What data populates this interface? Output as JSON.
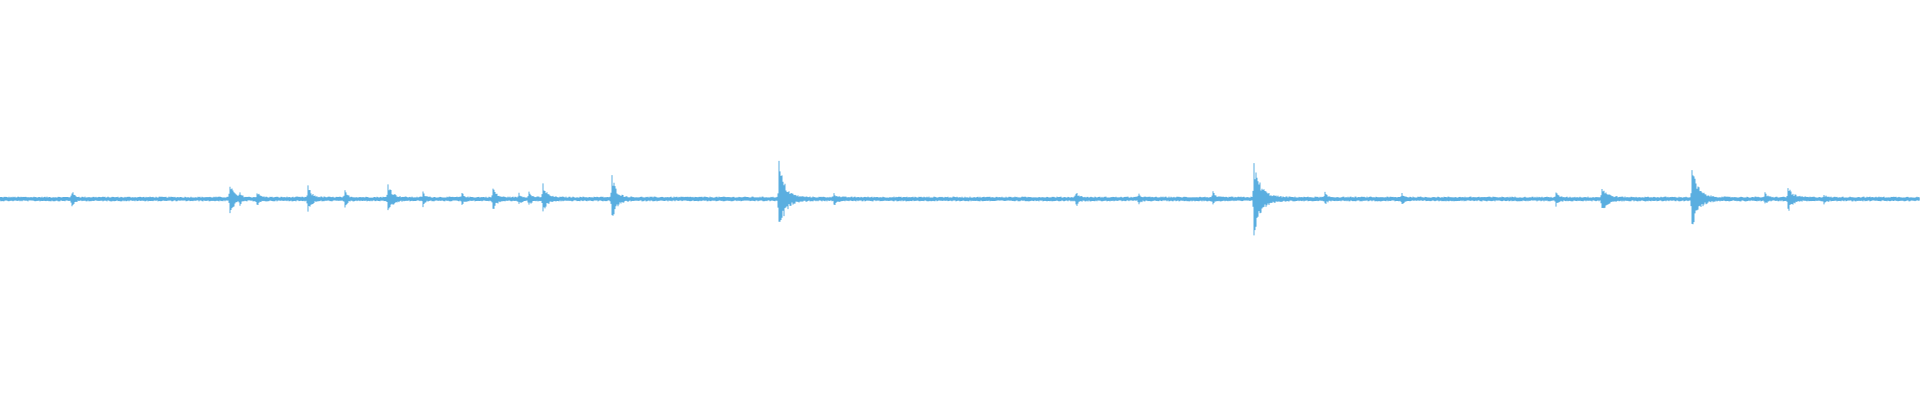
{
  "waveform": {
    "color": "#5aaee0",
    "baseline_color": "#5aaee0",
    "duration_units": 1,
    "baseline_noise": 0.012,
    "transients": [
      {
        "t": 0.0373,
        "amp": 0.04,
        "decay": 0.0012
      },
      {
        "t": 0.1198,
        "amp": 0.085,
        "decay": 0.0018
      },
      {
        "t": 0.125,
        "amp": 0.02,
        "decay": 0.001
      },
      {
        "t": 0.1339,
        "amp": 0.03,
        "decay": 0.0014
      },
      {
        "t": 0.1604,
        "amp": 0.06,
        "decay": 0.0018
      },
      {
        "t": 0.1797,
        "amp": 0.035,
        "decay": 0.0012
      },
      {
        "t": 0.2021,
        "amp": 0.085,
        "decay": 0.002
      },
      {
        "t": 0.2203,
        "amp": 0.03,
        "decay": 0.001
      },
      {
        "t": 0.2406,
        "amp": 0.025,
        "decay": 0.001
      },
      {
        "t": 0.2568,
        "amp": 0.06,
        "decay": 0.0015
      },
      {
        "t": 0.2703,
        "amp": 0.025,
        "decay": 0.001
      },
      {
        "t": 0.2755,
        "amp": 0.03,
        "decay": 0.0012
      },
      {
        "t": 0.2828,
        "amp": 0.075,
        "decay": 0.0018
      },
      {
        "t": 0.3187,
        "amp": 0.12,
        "decay": 0.0022
      },
      {
        "t": 0.4057,
        "amp": 0.19,
        "decay": 0.003
      },
      {
        "t": 0.4344,
        "amp": 0.03,
        "decay": 0.0012
      },
      {
        "t": 0.5604,
        "amp": 0.035,
        "decay": 0.0012
      },
      {
        "t": 0.5932,
        "amp": 0.02,
        "decay": 0.001
      },
      {
        "t": 0.6318,
        "amp": 0.03,
        "decay": 0.001
      },
      {
        "t": 0.6531,
        "amp": 0.18,
        "decay": 0.0035
      },
      {
        "t": 0.6901,
        "amp": 0.025,
        "decay": 0.001
      },
      {
        "t": 0.7302,
        "amp": 0.025,
        "decay": 0.001
      },
      {
        "t": 0.8104,
        "amp": 0.03,
        "decay": 0.001
      },
      {
        "t": 0.8344,
        "amp": 0.06,
        "decay": 0.0025
      },
      {
        "t": 0.8813,
        "amp": 0.16,
        "decay": 0.003
      },
      {
        "t": 0.9193,
        "amp": 0.025,
        "decay": 0.001
      },
      {
        "t": 0.9313,
        "amp": 0.06,
        "decay": 0.0022
      },
      {
        "t": 0.95,
        "amp": 0.015,
        "decay": 0.001
      }
    ]
  }
}
